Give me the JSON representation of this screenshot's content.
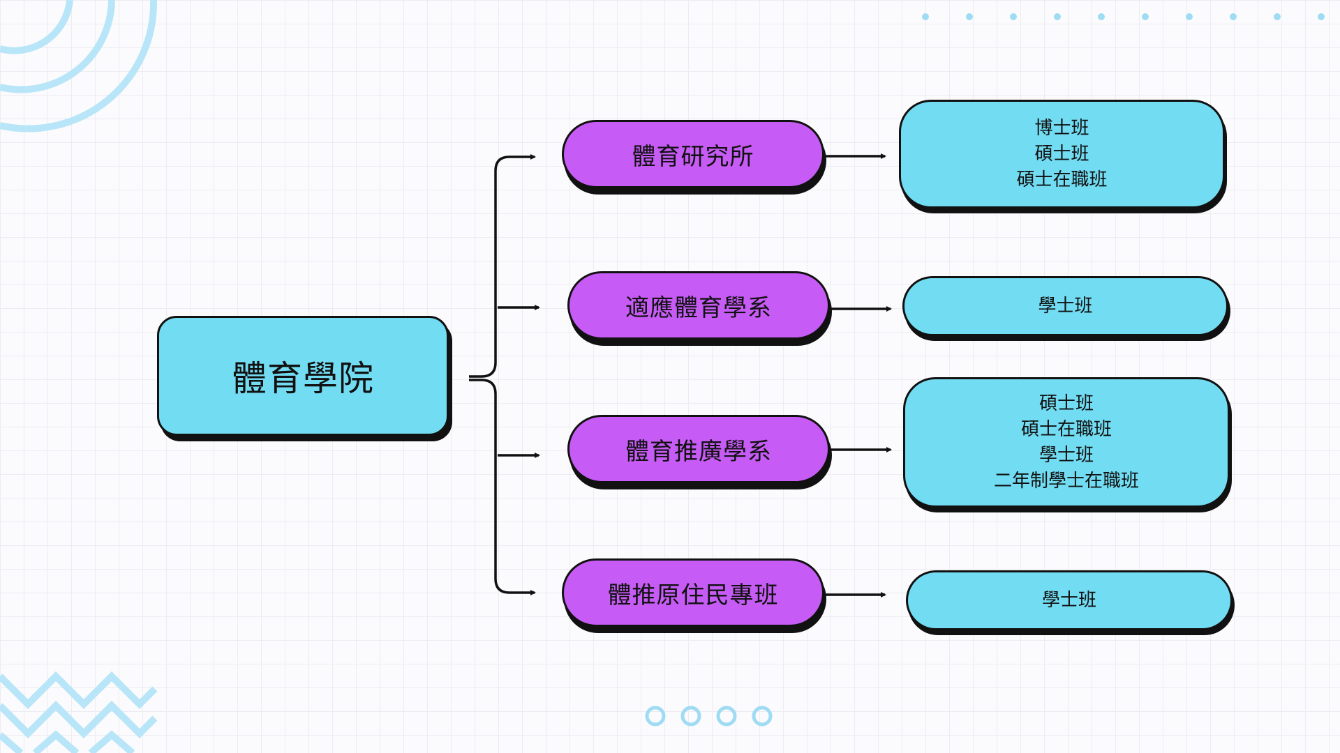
{
  "colors": {
    "root_fill": "#72dcf2",
    "dept_fill": "#c65cf5",
    "program_fill": "#72dcf2",
    "outline": "#111111",
    "decor": "#b8e6f8",
    "decor_dots": "#9fdcf4"
  },
  "root": {
    "label": "體育學院"
  },
  "departments": [
    {
      "label": "體育研究所",
      "programs": [
        "博士班",
        "碩士班",
        "碩士在職班"
      ]
    },
    {
      "label": "適應體育學系",
      "programs": [
        "學士班"
      ]
    },
    {
      "label": "體育推廣學系",
      "programs": [
        "碩士班",
        "碩士在職班",
        "學士班",
        "二年制學士在職班"
      ]
    },
    {
      "label": "體推原住民專班",
      "programs": [
        "學士班"
      ]
    }
  ]
}
